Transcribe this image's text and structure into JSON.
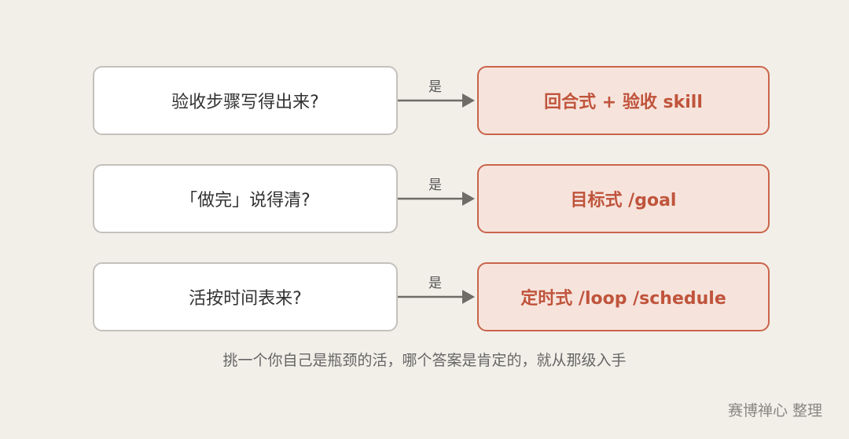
{
  "rows": [
    {
      "question": "验收步骤写得出来?",
      "yes_label": "是",
      "answer": "回合式 + 验收 skill"
    },
    {
      "question": "「做完」说得清?",
      "yes_label": "是",
      "answer": "目标式 /goal"
    },
    {
      "question": "活按时间表来?",
      "yes_label": "是",
      "answer": "定时式 /loop /schedule"
    }
  ],
  "caption": "挑一个你自己是瓶颈的活，哪个答案是肯定的，就从那级入手",
  "credit": "赛博禅心 整理",
  "colors": {
    "background": "#f2efe9",
    "question_border": "#c4c1bc",
    "answer_border": "#c9644a",
    "answer_fill": "#f6e4dc",
    "answer_text": "#c0543c",
    "arrow": "#6f6c68"
  }
}
